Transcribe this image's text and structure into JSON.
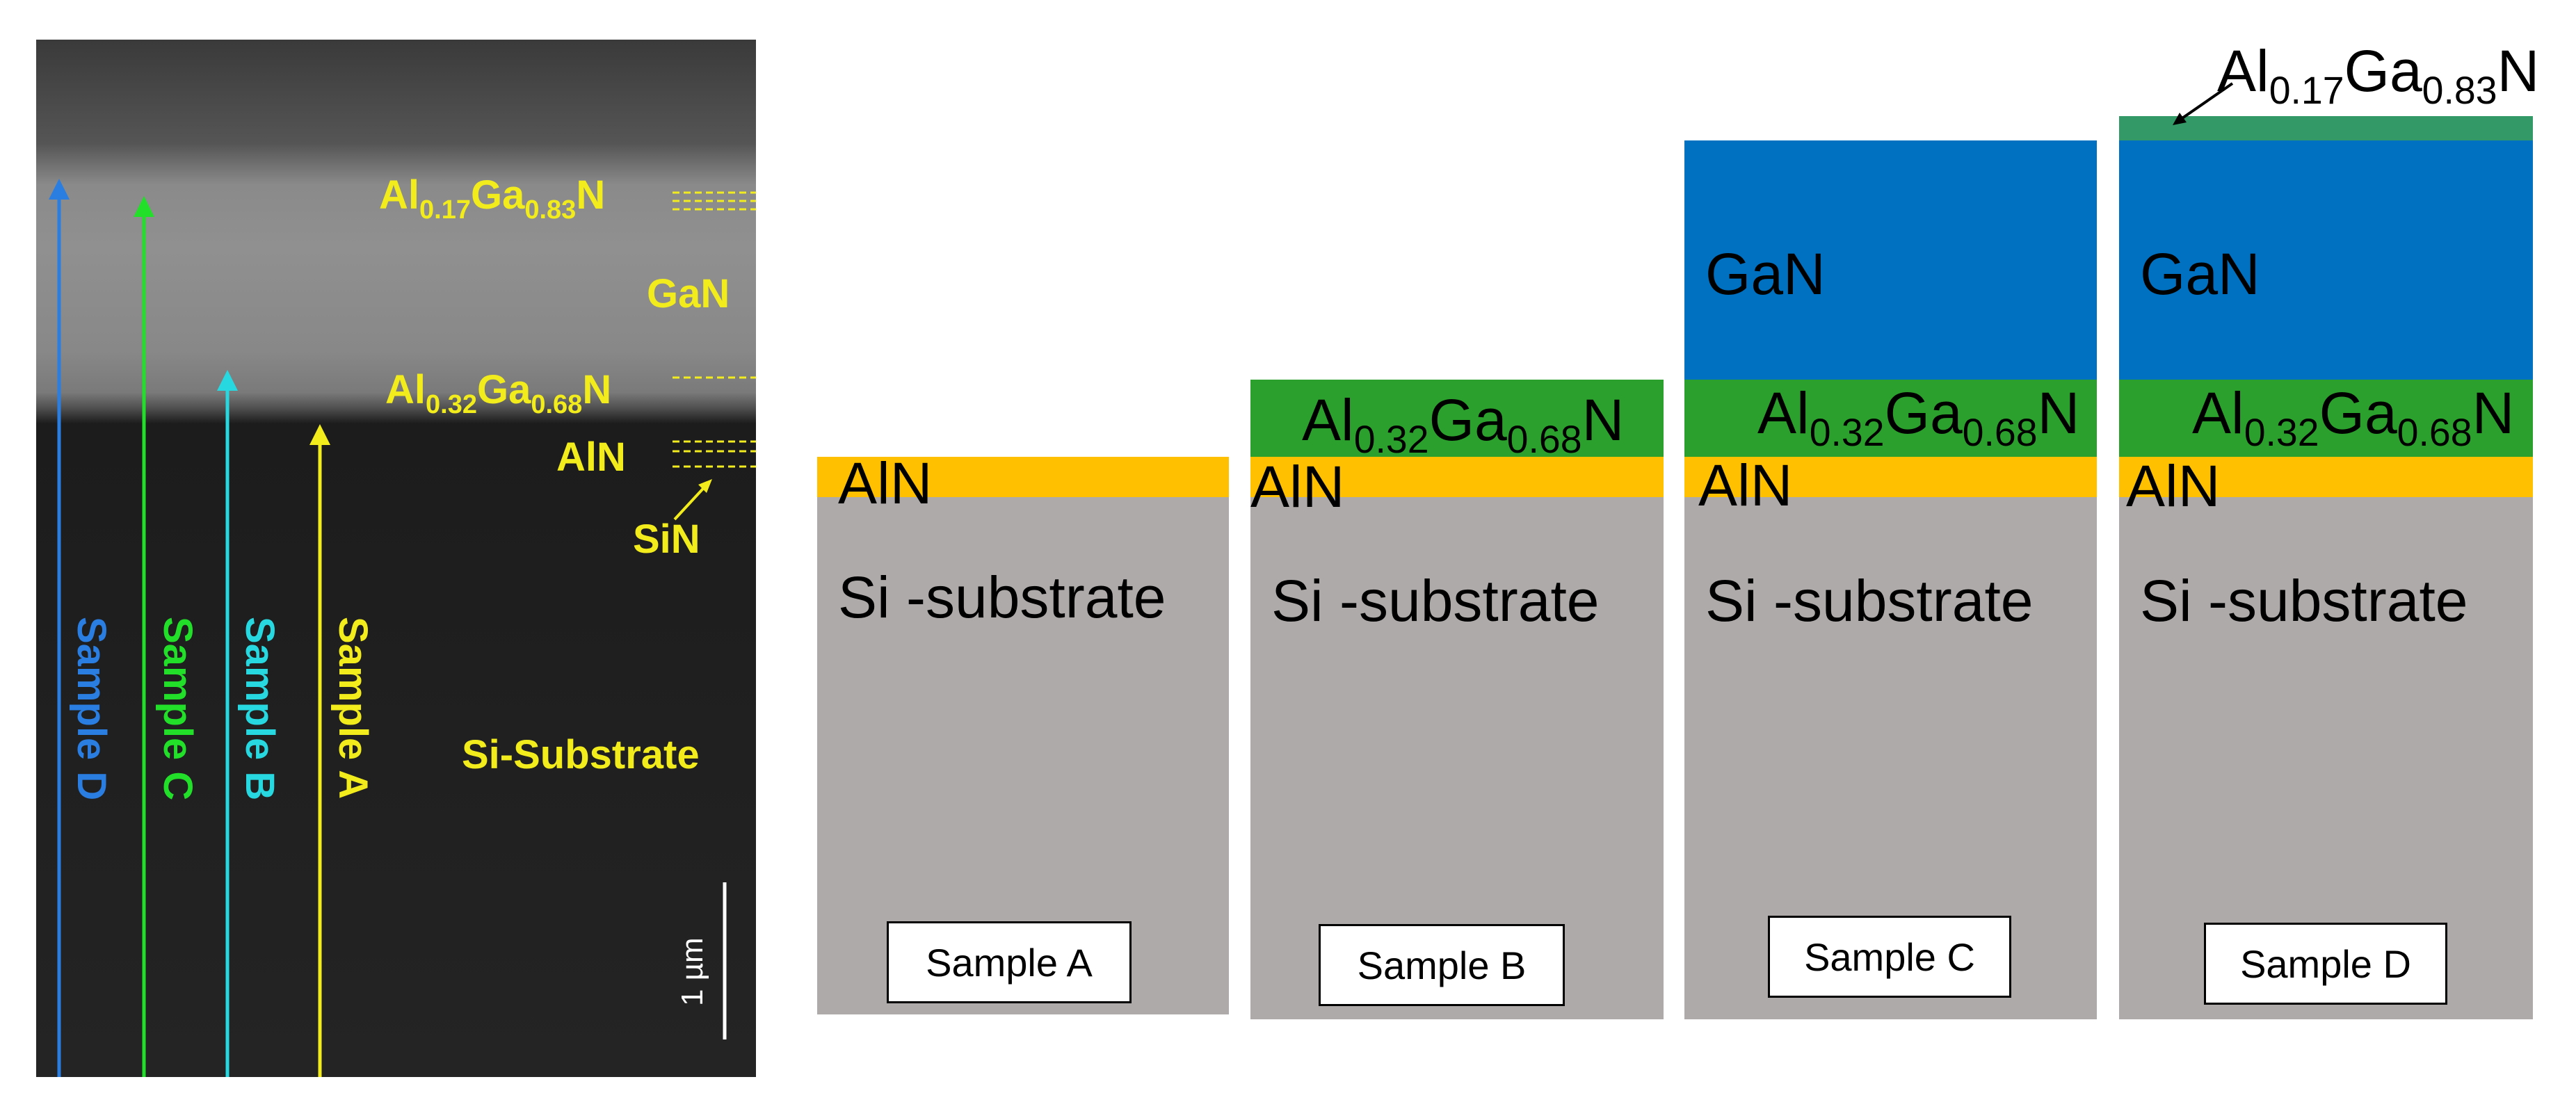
{
  "sem_image": {
    "layer_labels": {
      "top_algan": {
        "base": "Al",
        "sub1": "0.17",
        "mid": "Ga",
        "sub2": "0.83",
        "end": "N"
      },
      "gan": "GaN",
      "mid_algan": {
        "base": "Al",
        "sub1": "0.32",
        "mid": "Ga",
        "sub2": "0.68",
        "end": "N"
      },
      "aln": "AlN",
      "sin": "SiN",
      "substrate": "Si-Substrate"
    },
    "arrows": [
      {
        "label": "Sample D",
        "color": "#2a7de1"
      },
      {
        "label": "Sample C",
        "color": "#22e02a"
      },
      {
        "label": "Sample B",
        "color": "#28d8e0"
      },
      {
        "label": "Sample A",
        "color": "#f2ec1c"
      }
    ],
    "scale_bar": "1 µm",
    "label_color": "#f2ec1c"
  },
  "schematic": {
    "colors": {
      "substrate": "#aeaaaa",
      "aln": "#ffc000",
      "algan": "#2ca02c",
      "gan": "#0070c0",
      "top_algan": "#339966"
    },
    "samples": [
      {
        "name": "Sample A",
        "substrate": "Si -substrate",
        "aln": "AlN"
      },
      {
        "name": "Sample B",
        "substrate": "Si -substrate",
        "aln": "AlN",
        "algan": {
          "base": "Al",
          "sub1": "0.32",
          "mid": "Ga",
          "sub2": "0.68",
          "end": "N"
        }
      },
      {
        "name": "Sample C",
        "substrate": "Si -substrate",
        "aln": "AlN",
        "algan": {
          "base": "Al",
          "sub1": "0.32",
          "mid": "Ga",
          "sub2": "0.68",
          "end": "N"
        },
        "gan": "GaN"
      },
      {
        "name": "Sample D",
        "substrate": "Si -substrate",
        "aln": "AlN",
        "algan": {
          "base": "Al",
          "sub1": "0.32",
          "mid": "Ga",
          "sub2": "0.68",
          "end": "N"
        },
        "gan": "GaN",
        "top_algan": {
          "base": "Al",
          "sub1": "0.17",
          "mid": "Ga",
          "sub2": "0.83",
          "end": "N"
        }
      }
    ]
  }
}
